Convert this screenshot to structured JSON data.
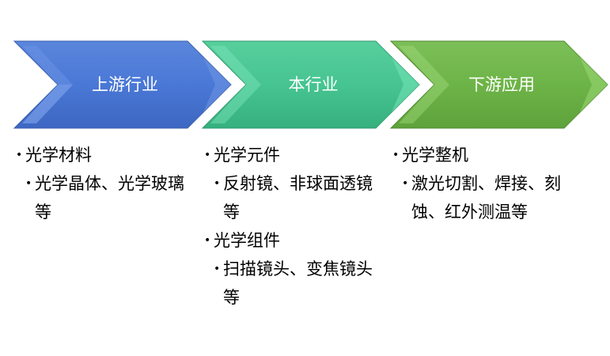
{
  "diagram": {
    "type": "chevron-process",
    "stages": [
      {
        "label": "上游行业",
        "color": "#4a78d4",
        "items": [
          {
            "title": "光学材料",
            "detail": [
              "光学晶体、光学玻璃",
              "等"
            ]
          }
        ]
      },
      {
        "label": "本行业",
        "color": "#43c490",
        "items": [
          {
            "title": "光学元件",
            "detail": [
              "反射镜、非球面透镜",
              "等"
            ]
          },
          {
            "title": "光学组件",
            "detail": [
              "扫描镜头、变焦镜头",
              "等"
            ]
          }
        ]
      },
      {
        "label": "下游应用",
        "color": "#6cb446",
        "items": [
          {
            "title": "光学整机",
            "detail": [
              "激光切割、焊接、刻",
              "蚀、红外测温等"
            ]
          }
        ]
      }
    ],
    "bullet_glyph": "•"
  }
}
